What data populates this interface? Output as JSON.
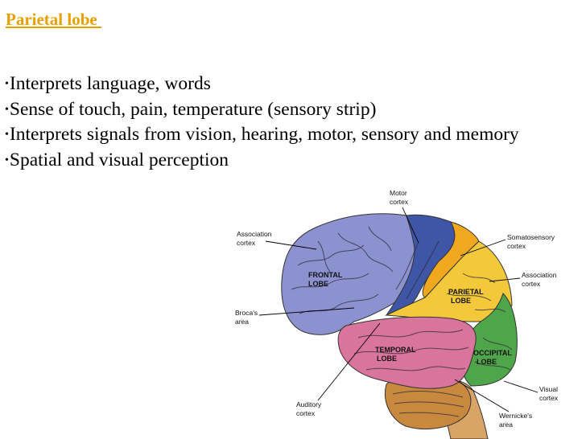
{
  "title": "Parietal lobe ",
  "bullets": [
    "Interprets language, words",
    "Sense of touch, pain, temperature (sensory strip)",
    "Interprets signals from vision, hearing, motor, sensory and memory",
    "Spatial and visual perception"
  ],
  "diagram": {
    "labels": {
      "motor_cortex": [
        "Motor",
        "cortex"
      ],
      "association_cortex_front": [
        "Association",
        "cortex"
      ],
      "somatosensory_cortex": [
        "Somatosensory",
        "cortex"
      ],
      "association_cortex_back": [
        "Association",
        "cortex"
      ],
      "brocas_area": [
        "Broca's",
        "area"
      ],
      "auditory_cortex": [
        "Auditory",
        "cortex"
      ],
      "visual_cortex": [
        "Visual",
        "cortex"
      ],
      "wernickes_area": [
        "Wernicke's",
        "area"
      ]
    },
    "lobes": {
      "frontal": [
        "FRONTAL",
        "LOBE"
      ],
      "parietal": [
        "PARIETAL",
        "LOBE"
      ],
      "temporal": [
        "TEMPORAL",
        "LOBE"
      ],
      "occipital": [
        "OCCIPITAL",
        "LOBE"
      ]
    },
    "colors": {
      "frontal": "#8b92cf",
      "motor": "#3f56a6",
      "somatosensory": "#f0a81e",
      "parietal": "#f3c83a",
      "temporal": "#d9749c",
      "occipital": "#4ea54a",
      "cerebellum": "#c8893e",
      "brainstem": "#d9a566",
      "title": "#e8a000"
    }
  }
}
